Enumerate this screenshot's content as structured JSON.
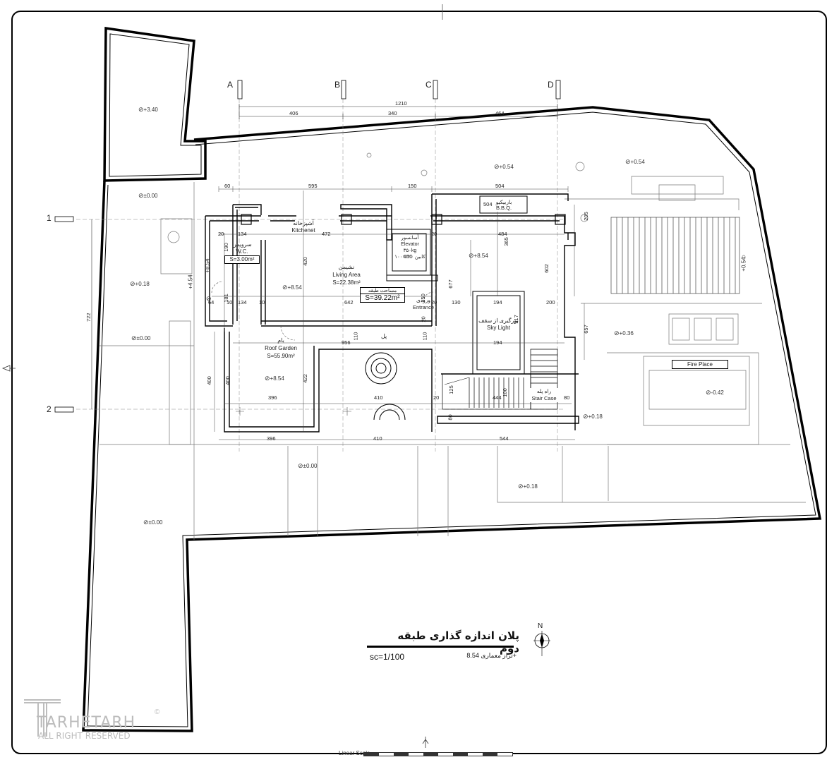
{
  "grid": {
    "columns": [
      "A",
      "B",
      "C",
      "D"
    ],
    "rows": [
      "1",
      "2"
    ],
    "top_dims": {
      "total": "1210",
      "parts": [
        "406",
        "340",
        "464"
      ]
    },
    "left_dim": "722"
  },
  "rooms": {
    "kitchenet": {
      "fa": "آشپزخانه",
      "en": "Kitchenet"
    },
    "wc": {
      "fa": "سرویس",
      "en": "W.C.",
      "area": "S=3.00m²"
    },
    "living": {
      "fa": "نشیمن",
      "en": "Living Area",
      "area": "S=22.38m²"
    },
    "elevator": {
      "fa": "آسانسور",
      "en": "Elevator",
      "l1": "۳۵۰kg",
      "l2": "کابین ۱۲۰×۱۰۰"
    },
    "floor_area": {
      "fa": "مساحت طبقه",
      "value": "S=39.22m²"
    },
    "entrance": {
      "fa": "ورودی",
      "en": "Entrance"
    },
    "roof_garden": {
      "fa": "بام",
      "en": "Roof Garden",
      "area": "S=55.90m²"
    },
    "skylight": {
      "fa": "نورگیری از سقف",
      "en": "Sky Light"
    },
    "stair": {
      "fa": "راه پله",
      "en": "Stair Case"
    },
    "bbq": {
      "fa": "باربیکیو",
      "en": "B.B.Q."
    },
    "fireplace": {
      "en": "Fire Place"
    },
    "bridge": {
      "fa": "پل"
    }
  },
  "levels": [
    "+3.40",
    "±0.00",
    "+0.18",
    "±0.00",
    "+0.54",
    "+0.54",
    "+0.54",
    "+8.54",
    "+8.54",
    "+8.54",
    "+8.54",
    "+4.54",
    "+8.54",
    "+0.36",
    "-0.42",
    "+0.18",
    "±0.00",
    "+0.18",
    "±0.00"
  ],
  "dims": {
    "d60": "60",
    "d595": "595",
    "d150": "150",
    "d504a": "504",
    "d504b": "504",
    "d20a": "20",
    "d20b": "20",
    "d20c": "20",
    "d20d": "20",
    "d20e": "20",
    "d134a": "134",
    "d472": "472",
    "d484": "484",
    "d190": "190",
    "d420a": "420",
    "d365": "365",
    "d602": "602",
    "d205": "205",
    "d150b": "150",
    "d150c": "150",
    "d677": "677",
    "d64": "64",
    "d10a": "10",
    "d10b": "10",
    "d134b": "134",
    "d642": "642",
    "d130": "130",
    "d194a": "194",
    "d200": "200",
    "d181": "181",
    "d110a": "110",
    "d110b": "110",
    "d956": "956",
    "d194b": "194",
    "d657": "657",
    "d400a": "400",
    "d400b": "400",
    "d422": "422",
    "d396a": "396",
    "d410a": "410",
    "d444": "444",
    "d80a": "80",
    "d80b": "80",
    "d100": "100",
    "d125": "125",
    "d396b": "396",
    "d410b": "410",
    "d544": "544",
    "d317": "317"
  },
  "title": {
    "fa": "پلان اندازه گذاری طبقه دوم",
    "scale": "sc=1/100",
    "level": "تراز معماری 8.54+",
    "north": "N"
  },
  "linear_scale": "Linear Scale",
  "watermark": {
    "brand": "TARHETARH",
    "rights": "ALL RIGHT RESERVED",
    "mark": "©"
  }
}
